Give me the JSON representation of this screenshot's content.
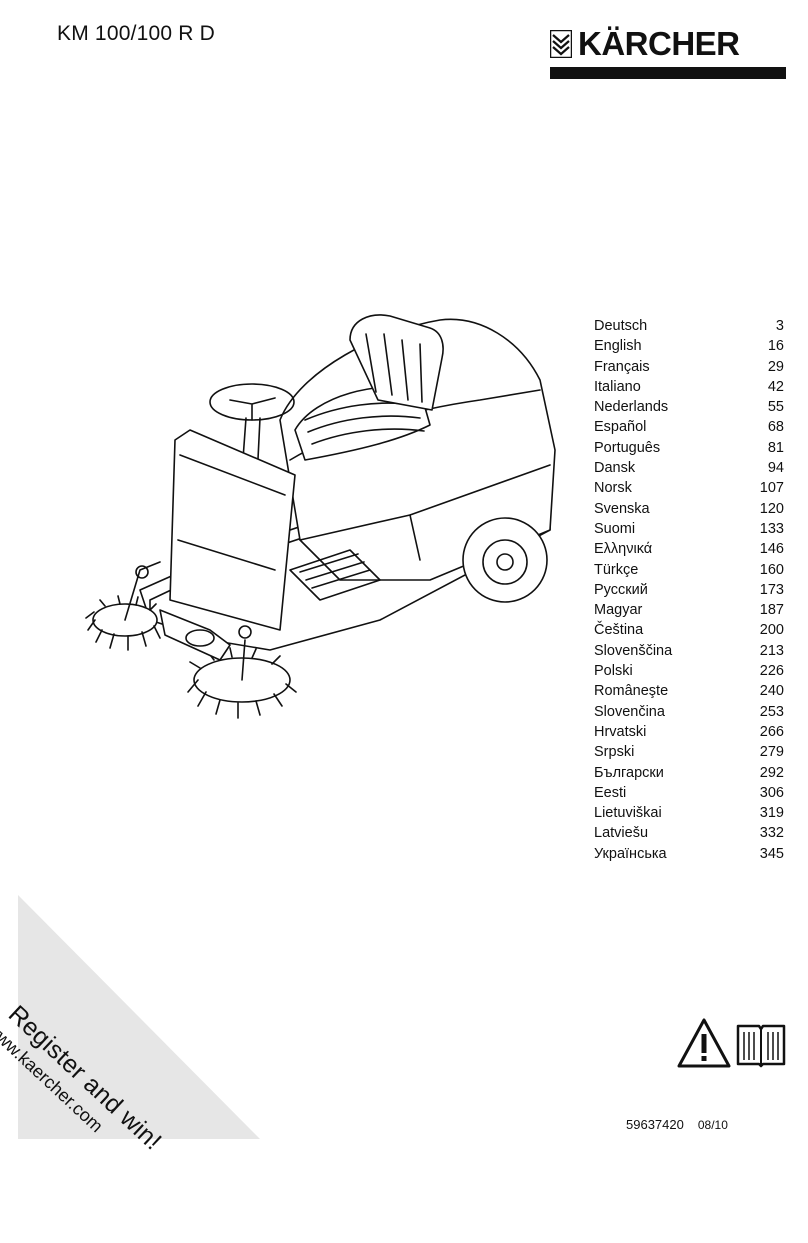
{
  "header": {
    "model": "KM 100/100 R D",
    "brand": "KÄRCHER"
  },
  "toc": [
    {
      "language": "Deutsch",
      "page": "3"
    },
    {
      "language": "English",
      "page": "16"
    },
    {
      "language": "Français",
      "page": "29"
    },
    {
      "language": "Italiano",
      "page": "42"
    },
    {
      "language": "Nederlands",
      "page": "55"
    },
    {
      "language": "Español",
      "page": "68"
    },
    {
      "language": "Português",
      "page": "81"
    },
    {
      "language": "Dansk",
      "page": "94"
    },
    {
      "language": "Norsk",
      "page": "107"
    },
    {
      "language": "Svenska",
      "page": "120"
    },
    {
      "language": "Suomi",
      "page": "133"
    },
    {
      "language": "Ελληνικά",
      "page": "146"
    },
    {
      "language": "Türkçe",
      "page": "160"
    },
    {
      "language": "Русский",
      "page": "173"
    },
    {
      "language": "Magyar",
      "page": "187"
    },
    {
      "language": "Čeština",
      "page": "200"
    },
    {
      "language": "Slovenščina",
      "page": "213"
    },
    {
      "language": "Polski",
      "page": "226"
    },
    {
      "language": "Româneşte",
      "page": "240"
    },
    {
      "language": "Slovenčina",
      "page": "253"
    },
    {
      "language": "Hrvatski",
      "page": "266"
    },
    {
      "language": "Srpski",
      "page": "279"
    },
    {
      "language": "Български",
      "page": "292"
    },
    {
      "language": "Eesti",
      "page": "306"
    },
    {
      "language": "Lietuviškai",
      "page": "319"
    },
    {
      "language": "Latviešu",
      "page": "332"
    },
    {
      "language": "Українська",
      "page": "345"
    }
  ],
  "banner": {
    "register": "Register and win!",
    "url": "www.kaercher.com"
  },
  "footer": {
    "doc_number": "59637420",
    "date": "08/10"
  },
  "icons": {
    "warning": "warning-triangle-icon",
    "manual": "open-book-icon"
  },
  "colors": {
    "text": "#111111",
    "banner": "#e6e6e6"
  }
}
